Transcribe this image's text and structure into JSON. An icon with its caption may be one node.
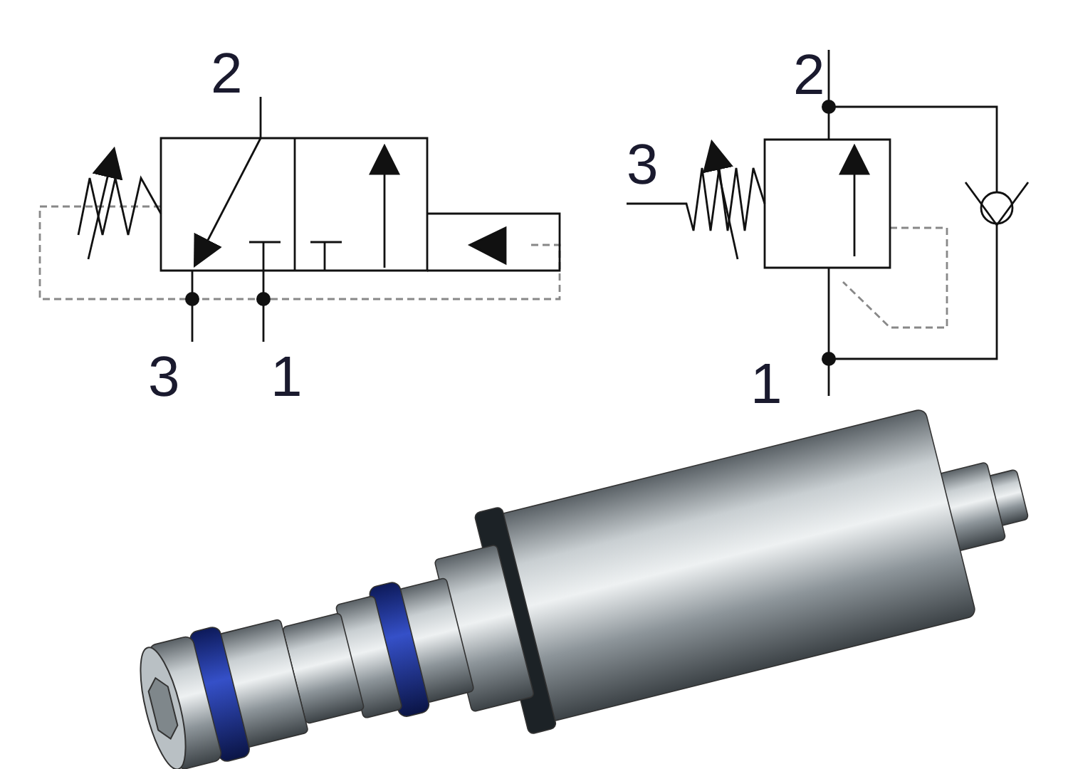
{
  "diagram": {
    "labels": [
      "2",
      "3",
      "1",
      "2",
      "3",
      "1"
    ]
  }
}
